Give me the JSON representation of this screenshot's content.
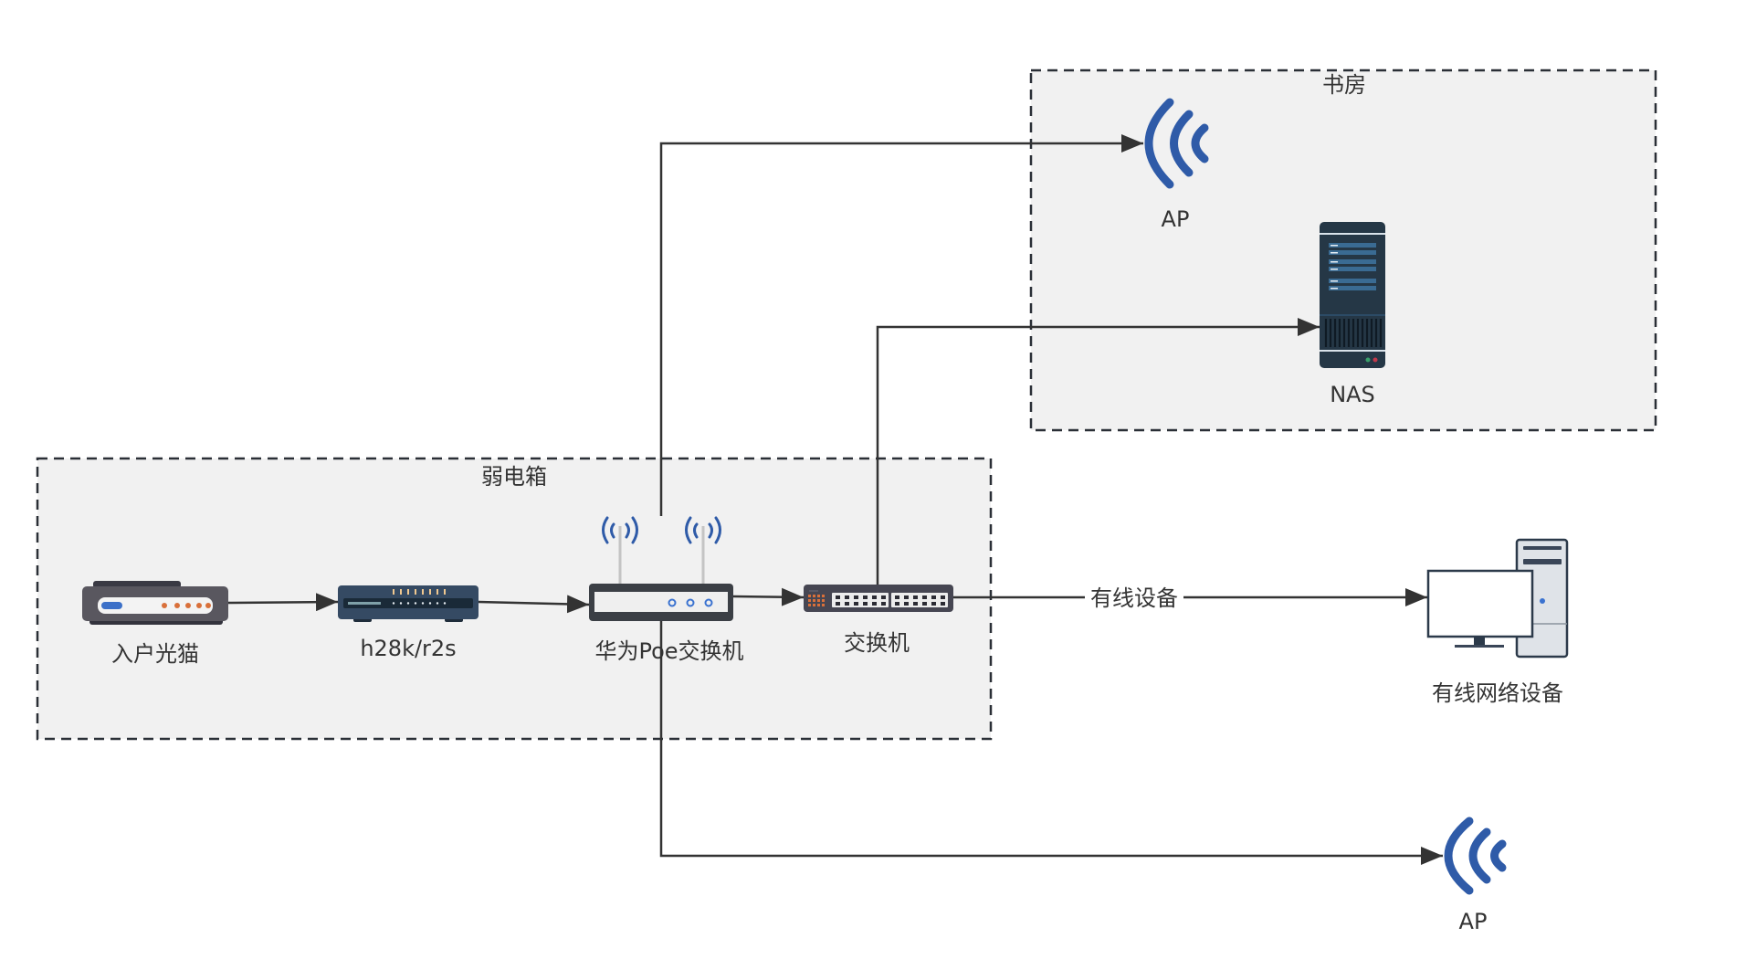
{
  "groups": {
    "weak_box": {
      "label": "弱电箱"
    },
    "study": {
      "label": "书房"
    }
  },
  "devices": {
    "modem": {
      "label": "入户光猫",
      "icon": "fiber-modem-icon"
    },
    "router": {
      "label": "h28k/r2s",
      "icon": "router-icon"
    },
    "poe_switch": {
      "label": "华为Poe交换机",
      "icon": "wireless-router-icon"
    },
    "switch": {
      "label": "交换机",
      "icon": "network-switch-icon"
    },
    "ap_study": {
      "label": "AP",
      "icon": "wifi-ap-icon"
    },
    "nas": {
      "label": "NAS",
      "icon": "server-icon"
    },
    "wired_devices": {
      "label": "有线网络设备",
      "icon": "desktop-computer-icon"
    },
    "ap_bottom": {
      "label": "AP",
      "icon": "wifi-ap-icon"
    }
  },
  "edges": [
    {
      "from": "入户光猫",
      "to": "h28k/r2s",
      "label": ""
    },
    {
      "from": "h28k/r2s",
      "to": "华为Poe交换机",
      "label": ""
    },
    {
      "from": "华为Poe交换机",
      "to": "交换机",
      "label": ""
    },
    {
      "from": "交换机",
      "to": "有线网络设备",
      "label": "有线设备"
    },
    {
      "from": "华为Poe交换机",
      "to": "AP (书房)",
      "label": ""
    },
    {
      "from": "交换机",
      "to": "NAS",
      "label": ""
    },
    {
      "from": "华为Poe交换机",
      "to": "AP",
      "label": ""
    }
  ],
  "edge_label_wired": "有线设备",
  "colors": {
    "group_fill": "#f1f1f1",
    "group_border": "#2a2f36",
    "edge": "#333333",
    "wifi_blue": "#2f5ba8",
    "nas_dark": "#253746",
    "switch_dark": "#464652",
    "led_orange": "#d9703a"
  }
}
